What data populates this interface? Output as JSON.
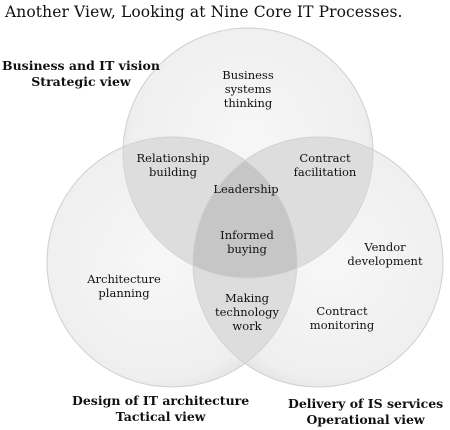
{
  "title": "Another View, Looking at Nine Core IT Processes.",
  "views": {
    "top": {
      "line1": "Business and IT vision",
      "line2": "Strategic view"
    },
    "bottom_left": {
      "line1": "Design of IT architecture",
      "line2": "Tactical view"
    },
    "bottom_right": {
      "line1": "Delivery of IS services",
      "line2": "Operational view"
    }
  },
  "processes": {
    "business_systems_thinking": [
      "Business",
      "systems",
      "thinking"
    ],
    "relationship_building": [
      "Relationship",
      "building"
    ],
    "contract_facilitation": [
      "Contract",
      "facilitation"
    ],
    "leadership": [
      "Leadership"
    ],
    "informed_buying": [
      "Informed",
      "buying"
    ],
    "vendor_development": [
      "Vendor",
      "development"
    ],
    "architecture_planning": [
      "Architecture",
      "planning"
    ],
    "making_technology_work": [
      "Making",
      "technology",
      "work"
    ],
    "contract_monitoring": [
      "Contract",
      "monitoring"
    ]
  },
  "colors": {
    "circle_light": "#f2f2f2",
    "circle_edge": "#d6d6d6",
    "pair_overlap": "#dcdcdc",
    "center_overlap": "#c4c4c4"
  }
}
